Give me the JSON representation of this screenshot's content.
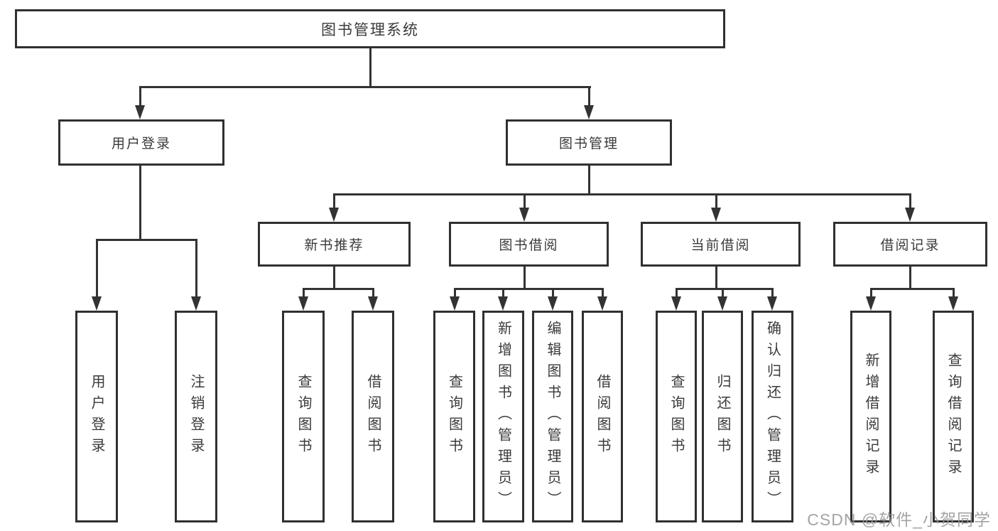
{
  "diagram": {
    "root": {
      "label": "图书管理系统"
    },
    "user_login": {
      "label": "用户登录",
      "children": {
        "login": "用户登录",
        "logout": "注销登录"
      }
    },
    "book_mgmt": {
      "label": "图书管理",
      "sections": {
        "new_book_rec": {
          "label": "新书推荐",
          "children": {
            "query_books": "查询图书",
            "borrow_books": "借阅图书"
          }
        },
        "book_borrow": {
          "label": "图书借阅",
          "children": {
            "query_books": "查询图书",
            "add_books": "新增图书（管理员）",
            "edit_books": "编辑图书（管理员）",
            "borrow_books": "借阅图书"
          }
        },
        "current_borrow": {
          "label": "当前借阅",
          "children": {
            "query_books": "查询图书",
            "return_books": "归还图书",
            "confirm_return": "确认归还（管理员）"
          }
        },
        "borrow_records": {
          "label": "借阅记录",
          "children": {
            "add_record": "新增借阅记录",
            "query_record": "查询借阅记录"
          }
        }
      }
    }
  },
  "watermark": {
    "text": "CSDN @软件_小贺同学"
  },
  "colors": {
    "line": "#333333",
    "border": "#303030",
    "text": "#3a3a3a",
    "watermark": "#949494",
    "background": "#ffffff"
  }
}
